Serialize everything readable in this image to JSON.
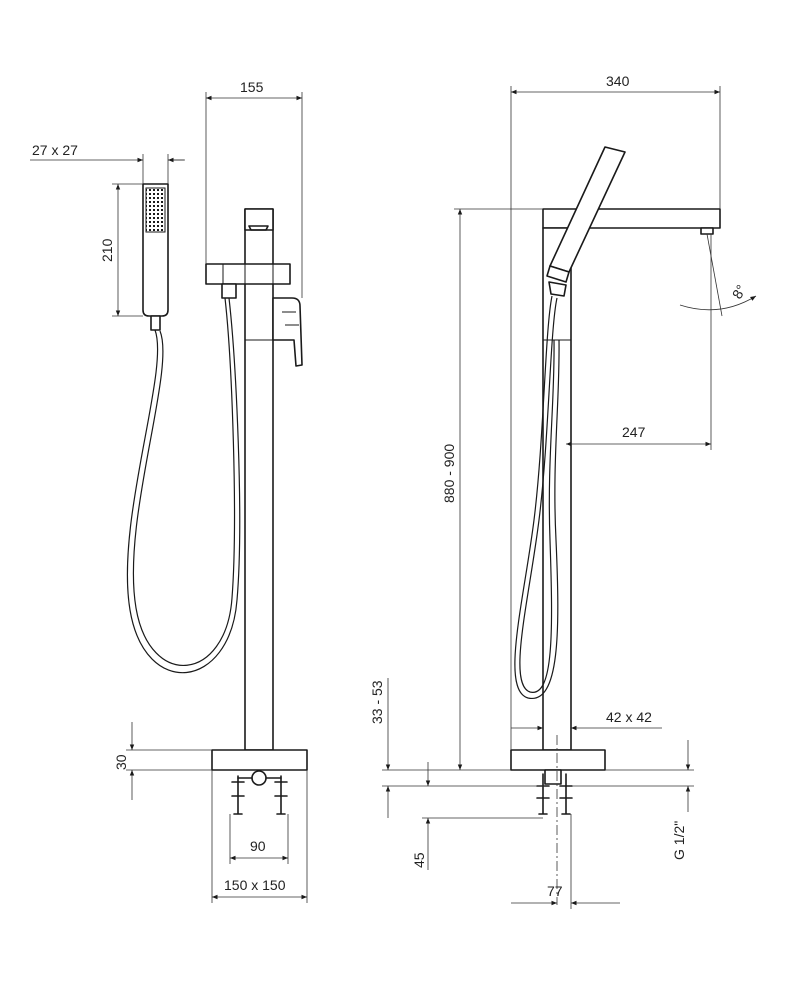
{
  "diagram": {
    "left_view": {
      "handshower_size": "27 x 27",
      "top_offset": "155",
      "handshower_length": "210",
      "base_height": "30",
      "connector_spacing": "90",
      "base_size": "150 x 150"
    },
    "right_view": {
      "spout_reach": "340",
      "height_range": "880 - 900",
      "spout_projection": "247",
      "spout_angle": "8°",
      "range": "33 - 53",
      "column_size": "42 x 42",
      "floor_depth": "45",
      "thread": "G 1/2\"",
      "connector_offset": "77"
    }
  }
}
